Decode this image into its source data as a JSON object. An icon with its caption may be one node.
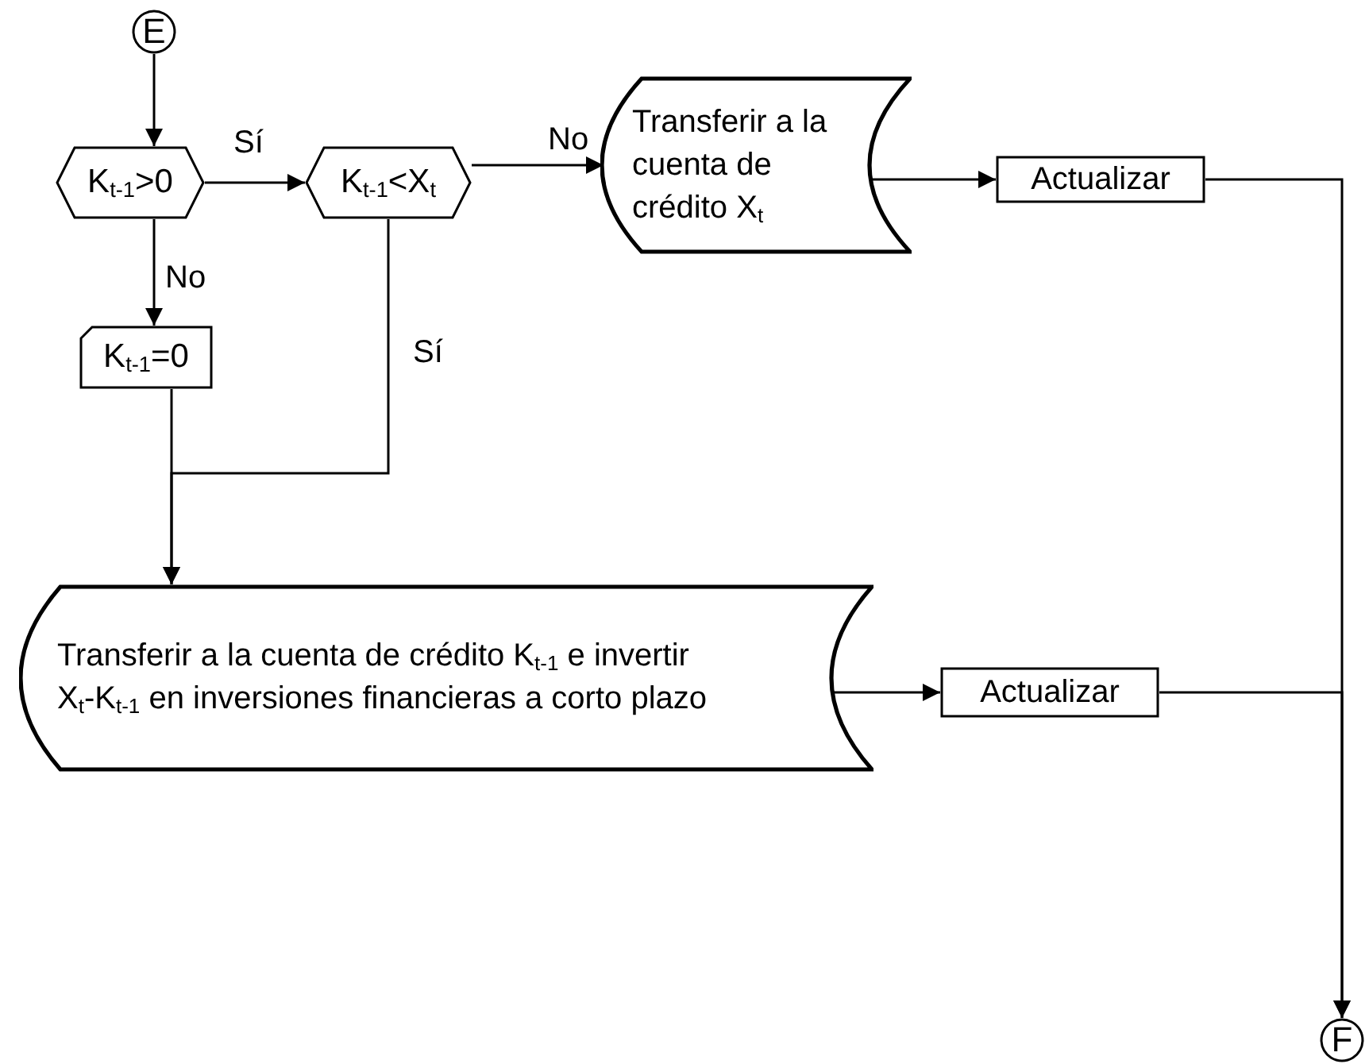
{
  "diagram": {
    "nodes": [
      {
        "text": [
          "E"
        ]
      },
      {
        "text": [
          "K$_{t-1}$>0"
        ]
      },
      {
        "text": [
          "K$_{t-1}$<X$_{t}$"
        ]
      },
      {
        "text": [
          "Transferir a la cuenta de crédito X$_{t}$"
        ]
      },
      {
        "text": [
          "Actualizar"
        ]
      },
      {
        "text": [
          "K$_{t-1}$=0"
        ]
      },
      {
        "text": [
          "Transferir a la cuenta de crédito K$_{t-1}$ e invertir X$_{t}$-K$_{t-1}$ en inversiones financieras a corto plazo"
        ]
      },
      {
        "text": [
          "Actualizar"
        ]
      },
      {
        "text": [
          "F"
        ]
      }
    ],
    "edges": [
      {
        "from": 0,
        "to": 1,
        "arrow": "to"
      },
      {
        "from": 1,
        "to": 2,
        "arrow": "to",
        "label": "Sí"
      },
      {
        "from": 2,
        "to": 3,
        "arrow": "to",
        "label": "No"
      },
      {
        "from": 3,
        "to": 4,
        "arrow": "to"
      },
      {
        "from": 1,
        "to": 5,
        "arrow": "to",
        "label": "No"
      },
      {
        "from": 2,
        "to": 6,
        "arrow": "to",
        "label": "Sí"
      },
      {
        "from": 5,
        "to": 6,
        "arrow": "to"
      },
      {
        "from": 6,
        "to": 7,
        "arrow": "to"
      },
      {
        "from": 4,
        "to": 8,
        "arrow": "to"
      },
      {
        "from": 7,
        "to": 8,
        "arrow": "to"
      }
    ]
  }
}
